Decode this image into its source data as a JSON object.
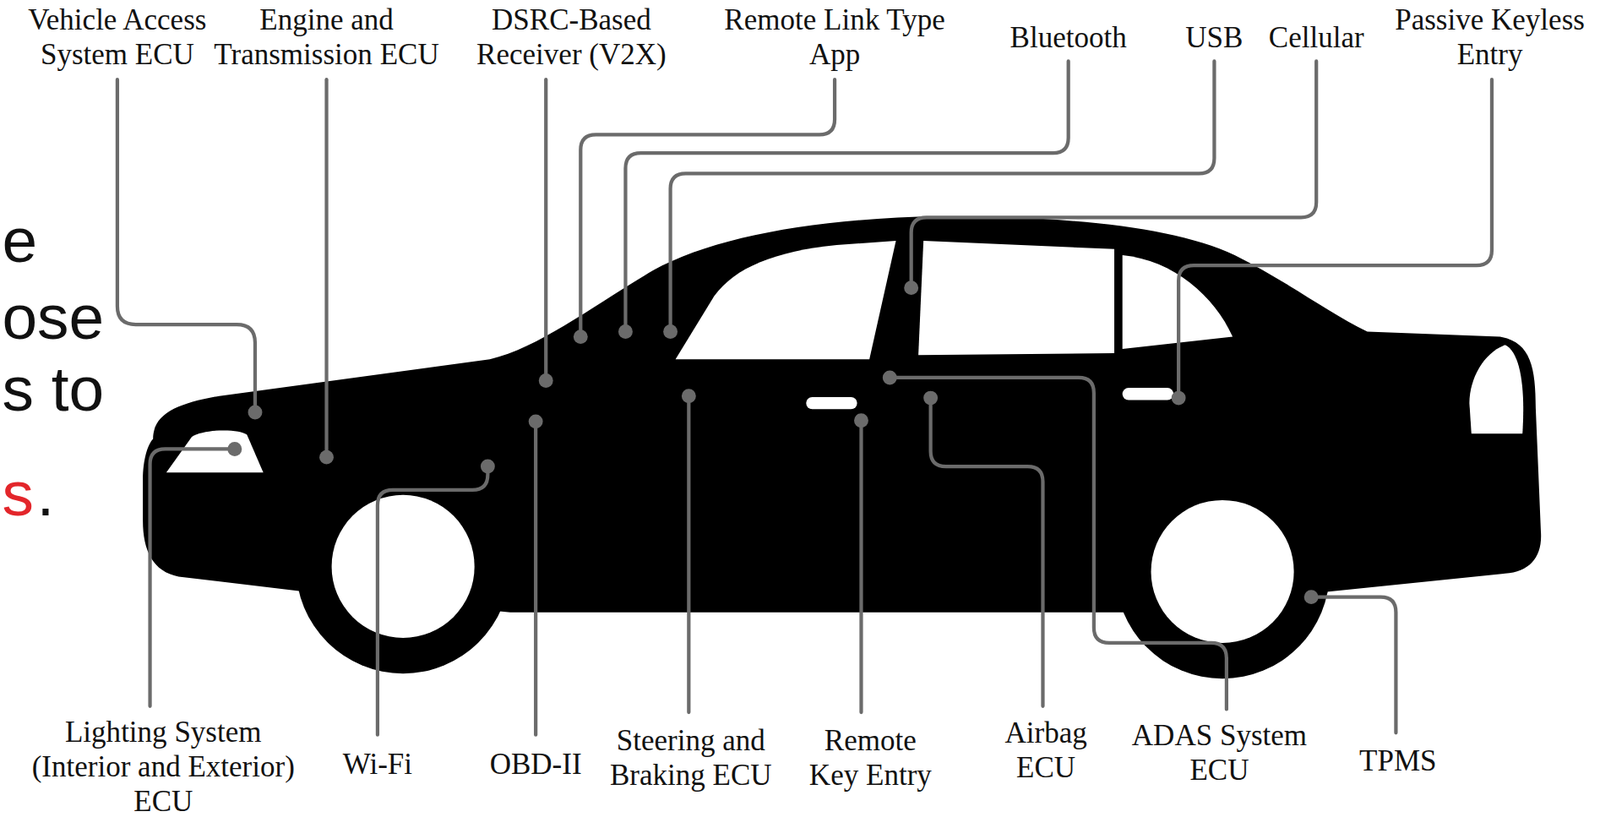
{
  "diagram": {
    "labels": [
      "e",
      "ose",
      "s to",
      "s",
      ".",
      "Vehicle Access System ECU",
      "Engine and Transmission ECU",
      "DSRC-Based Receiver (V2X)",
      "Remote Link Type App",
      "Bluetooth",
      "USB",
      "Cellular",
      "Passive Keyless Entry",
      "Lighting System (Interior and Exterior) ECU",
      "Wi-Fi",
      "OBD-II",
      "Steering and Braking ECU",
      "Remote Key Entry",
      "Airbag ECU",
      "ADAS System ECU",
      "TPMS"
    ]
  }
}
